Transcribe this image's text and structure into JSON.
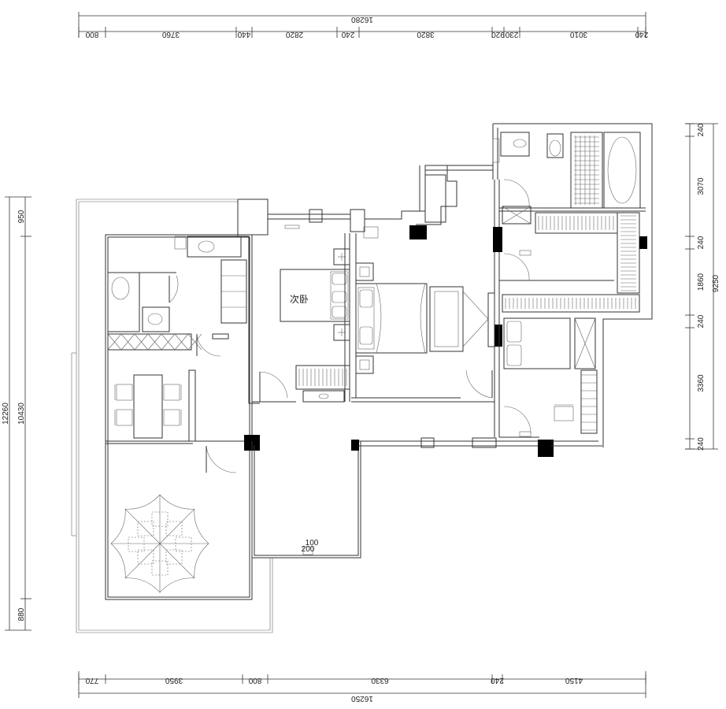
{
  "dimensions": {
    "top_total": "16280",
    "top_segments": [
      "800",
      "3760",
      "440",
      "2820",
      "240",
      "3820",
      "920",
      "230",
      "3010",
      "240"
    ],
    "bottom_total": "16250",
    "bottom_segments": [
      "770",
      "3950",
      "800",
      "6330",
      "240",
      "4150"
    ],
    "left_total": "12260",
    "left_inner": "10430",
    "left_segments": [
      "950",
      "880"
    ],
    "right_total": "9250",
    "right_segments": [
      "240",
      "3070",
      "240",
      "1860",
      "240",
      "3360",
      "240"
    ]
  },
  "rooms": {
    "bedroom_label": "次卧",
    "small_notes": [
      "200",
      "100"
    ]
  },
  "colors": {
    "line": "#333333",
    "fill_solid": "#000000"
  }
}
